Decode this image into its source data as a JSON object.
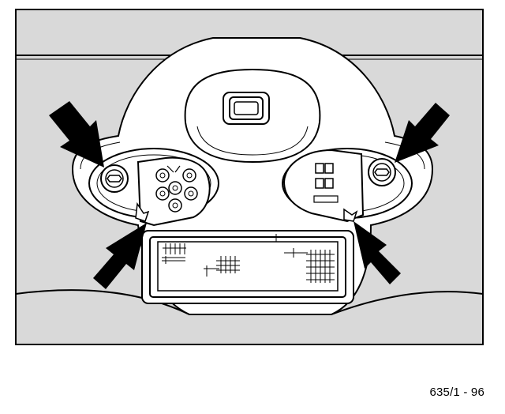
{
  "figure": {
    "code": "635/1 - 96"
  },
  "colors": {
    "ink": "#000000",
    "panel_fill": "#d9d9d9",
    "paper": "#ffffff"
  },
  "parts": {
    "arrow_count": 4,
    "screw_count": 2,
    "icons": [
      "arrow-icon",
      "screw-icon",
      "bulb-socket-icon",
      "switch-icon",
      "lens-icon"
    ]
  }
}
